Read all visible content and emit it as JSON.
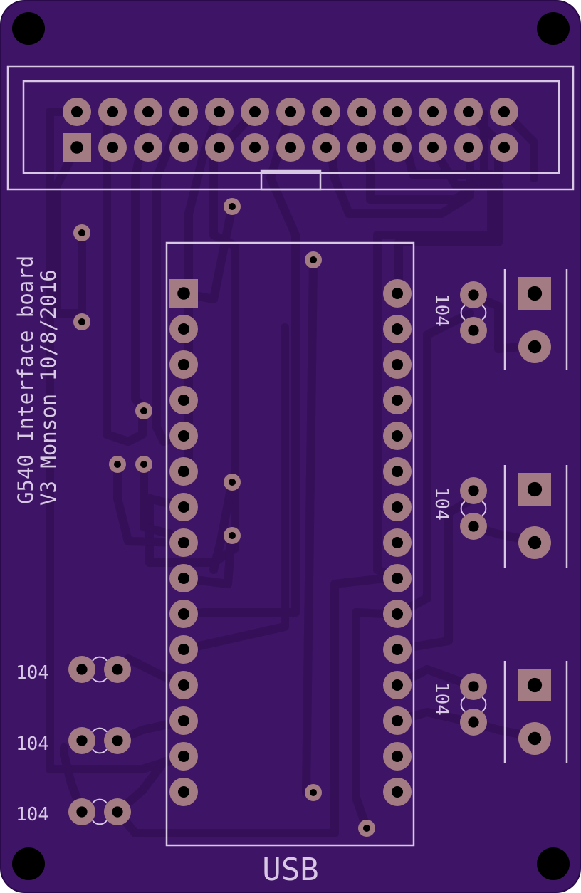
{
  "board": {
    "title_line": "G540 Interface board",
    "subtitle_line": "V3 Monson 10/8/2016",
    "usb_label": "USB",
    "capacitor_label": "104"
  },
  "colors": {
    "board": "#3d1466",
    "board_edge": "#2a0a4a",
    "trace": "#351059",
    "pad": "#a37b83",
    "silk": "#d8c8e4",
    "hole": "#000000"
  },
  "components": {
    "idc_header": {
      "name": "header-2x13",
      "pins": 26
    },
    "dip_socket": {
      "name": "dip-30-socket",
      "pins": 30
    },
    "terminals": [
      {
        "name": "terminal-1",
        "label": "104"
      },
      {
        "name": "terminal-2",
        "label": "104"
      },
      {
        "name": "terminal-3",
        "label": "104"
      }
    ],
    "left_caps": [
      {
        "name": "left-cap-1",
        "label": "104"
      },
      {
        "name": "left-cap-2",
        "label": "104"
      },
      {
        "name": "left-cap-3",
        "label": "104"
      }
    ]
  }
}
